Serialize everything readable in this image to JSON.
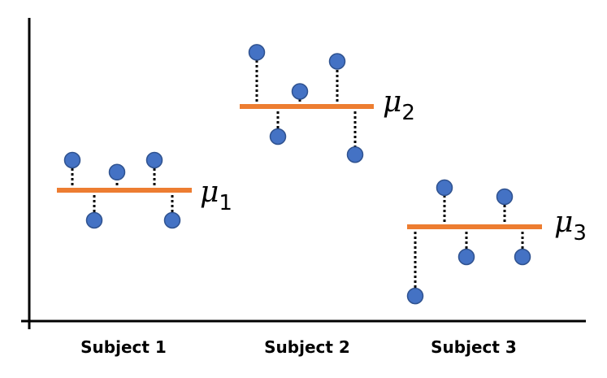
{
  "diagram": {
    "subjects": [
      {
        "label": "Subject 1",
        "mean_symbol": "μ",
        "mean_subscript": "1",
        "points": [
          1.0,
          -1.0,
          0.6,
          1.0,
          -1.0
        ]
      },
      {
        "label": "Subject 2",
        "mean_symbol": "μ",
        "mean_subscript": "2",
        "points": [
          1.8,
          -1.0,
          0.5,
          1.5,
          -1.6
        ]
      },
      {
        "label": "Subject 3",
        "mean_symbol": "μ",
        "mean_subscript": "3",
        "points": [
          -2.3,
          1.3,
          -1.0,
          1.0,
          -1.0
        ]
      }
    ],
    "colors": {
      "point": "#4472C4",
      "point_stroke": "#2F528F",
      "mean_line": "#ED7D31",
      "axis": "#000000",
      "residual": "#000000"
    }
  }
}
